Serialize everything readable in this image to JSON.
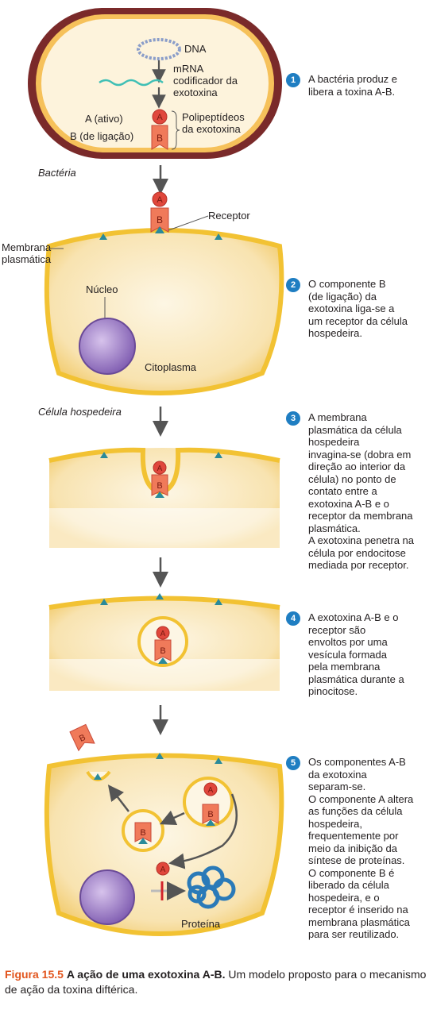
{
  "bacteria": {
    "dna_label": "DNA",
    "mrna_label": "mRNA\ncodificador da\nexotoxina",
    "a_active_label": "A (ativo)",
    "b_binding_label": "B (de ligação)",
    "polypeptides_label": "Polipeptídeos\nda exotoxina",
    "name": "Bactéria"
  },
  "host": {
    "receptor_label": "Receptor",
    "membrane_label": "Membrana\nplasmática",
    "nucleus_label": "Núcleo",
    "cytoplasm_label": "Citoplasma",
    "cell_name": "Célula hospedeira",
    "protein_label": "Proteína"
  },
  "subunits": {
    "a": "A",
    "b": "B"
  },
  "steps": [
    {
      "number": "1",
      "text": "A bactéria produz e\nlibera a toxina A-B."
    },
    {
      "number": "2",
      "text": "O componente B\n(de ligação) da\nexotoxina liga-se a\num receptor da célula\nhospedeira."
    },
    {
      "number": "3",
      "text": "A membrana\nplasmática da célula\nhospedeira\ninvagina-se (dobra em\ndireção ao interior da\ncélula) no ponto de\ncontato entre a\nexotoxina A-B e o\nreceptor da membrana\nplasmática.\nA exotoxina penetra na\ncélula por endocitose\nmediada por receptor."
    },
    {
      "number": "4",
      "text": "A exotoxina A-B e o\nreceptor são\nenvoltos por uma\nvesícula formada\npela membrana\nplasmática durante a\npinocitose."
    },
    {
      "number": "5",
      "text": "Os componentes A-B\nda exotoxina\nseparam-se.\nO componente A altera\nas funções da célula\nhospedeira,\nfrequentemente por\nmeio da inibição da\nsíntese de proteínas.\nO componente B é\nliberado da célula\nhospedeira, e o\nreceptor é inserido na\nmembrana plasmática\npara ser reutilizado."
    }
  ],
  "caption": {
    "figure": "Figura 15.5",
    "title": "A ação de uma exotoxina A-B.",
    "text": "Um modelo proposto para o mecanismo de ação da toxina diftérica."
  },
  "colors": {
    "step_badge": "#1f7ec2",
    "cell_fill": "#fbe9b8",
    "membrane": "#f2c233",
    "bacteria_wall": "#7a2a2a",
    "subunit_a": "#e0473c",
    "subunit_b": "#f07a5a",
    "receptor": "#2a8a9a",
    "nucleus": "#9b78c4",
    "protein": "#2a7ab8",
    "caption_figure": "#e2561f"
  }
}
